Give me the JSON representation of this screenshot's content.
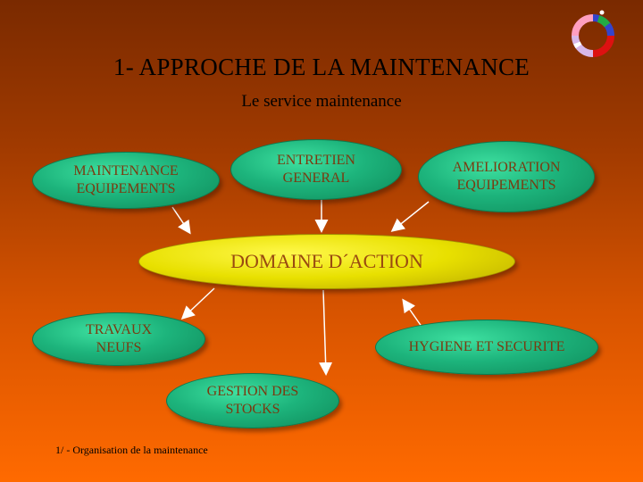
{
  "title": "1- APPROCHE DE LA MAINTENANCE",
  "subtitle": "Le service maintenance",
  "nodes": {
    "maintenance_equipements": "MAINTENANCE EQUIPEMENTS",
    "entretien_general": "ENTRETIEN GENERAL",
    "amelioration_equipements": "AMELIORATION EQUIPEMENTS",
    "domaine_action": "DOMAINE D´ACTION",
    "travaux_neufs": "TRAVAUX NEUFS",
    "hygiene_securite": "HYGIENE ET SECURITE",
    "gestion_stocks": "GESTION DES STOCKS"
  },
  "footer": "1/ - Organisation de la maintenance",
  "colors": {
    "background_top": "#7a2a00",
    "background_bottom": "#ff6a00",
    "node_green": "#1db47c",
    "node_yellow": "#e8e000",
    "node_text": "#7a3a10"
  },
  "icons": {
    "logo": "color-ring-logo-icon"
  }
}
